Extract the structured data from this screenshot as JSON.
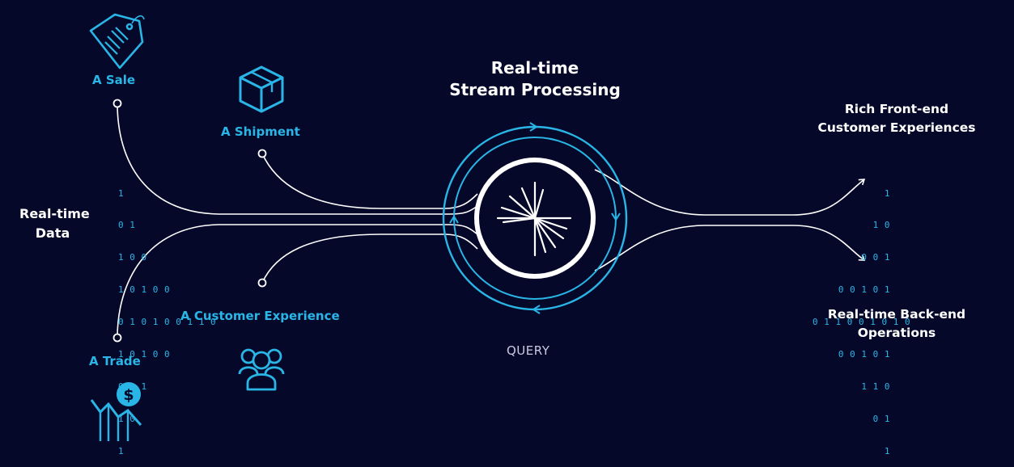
{
  "title": {
    "line1": "Real-time",
    "line2": "Stream Processing"
  },
  "query_label": "QUERY",
  "inputs_title": {
    "line1": "Real-time",
    "line2": "Data"
  },
  "sources": {
    "sale": "A Sale",
    "shipment": "A Shipment",
    "customer_experience": "A Customer Experience",
    "trade": "A Trade"
  },
  "outputs": {
    "front_end": {
      "line1": "Rich Front-end",
      "line2": "Customer Experiences"
    },
    "back_end": {
      "line1": "Real-time Back-end",
      "line2": "Operations"
    }
  },
  "left_bits": [
    "1",
    "0 1",
    "1 0 0",
    "1 0 1 0 0",
    "0 1 0 1 0 0 1 1 0",
    "1 0 1 0 0",
    "0 1 1",
    "1 0",
    "1"
  ],
  "right_bits": [
    "1",
    "1 0",
    "0 0 1",
    "0 0 1 0 1",
    "0 1 1 0 0 1 0 1 0",
    "0 0 1 0 1",
    "1 1 0",
    "0 1",
    "1"
  ],
  "icons": {
    "sale": "price-tag-icon",
    "shipment": "box-icon",
    "customer_experience": "group-icon",
    "trade": "dollar-chart-icon",
    "hub": "burst-logo-icon"
  },
  "colors": {
    "background": "#06082a",
    "accent": "#29b6e6",
    "text": "#ffffff",
    "query": "#c8cbe0"
  }
}
